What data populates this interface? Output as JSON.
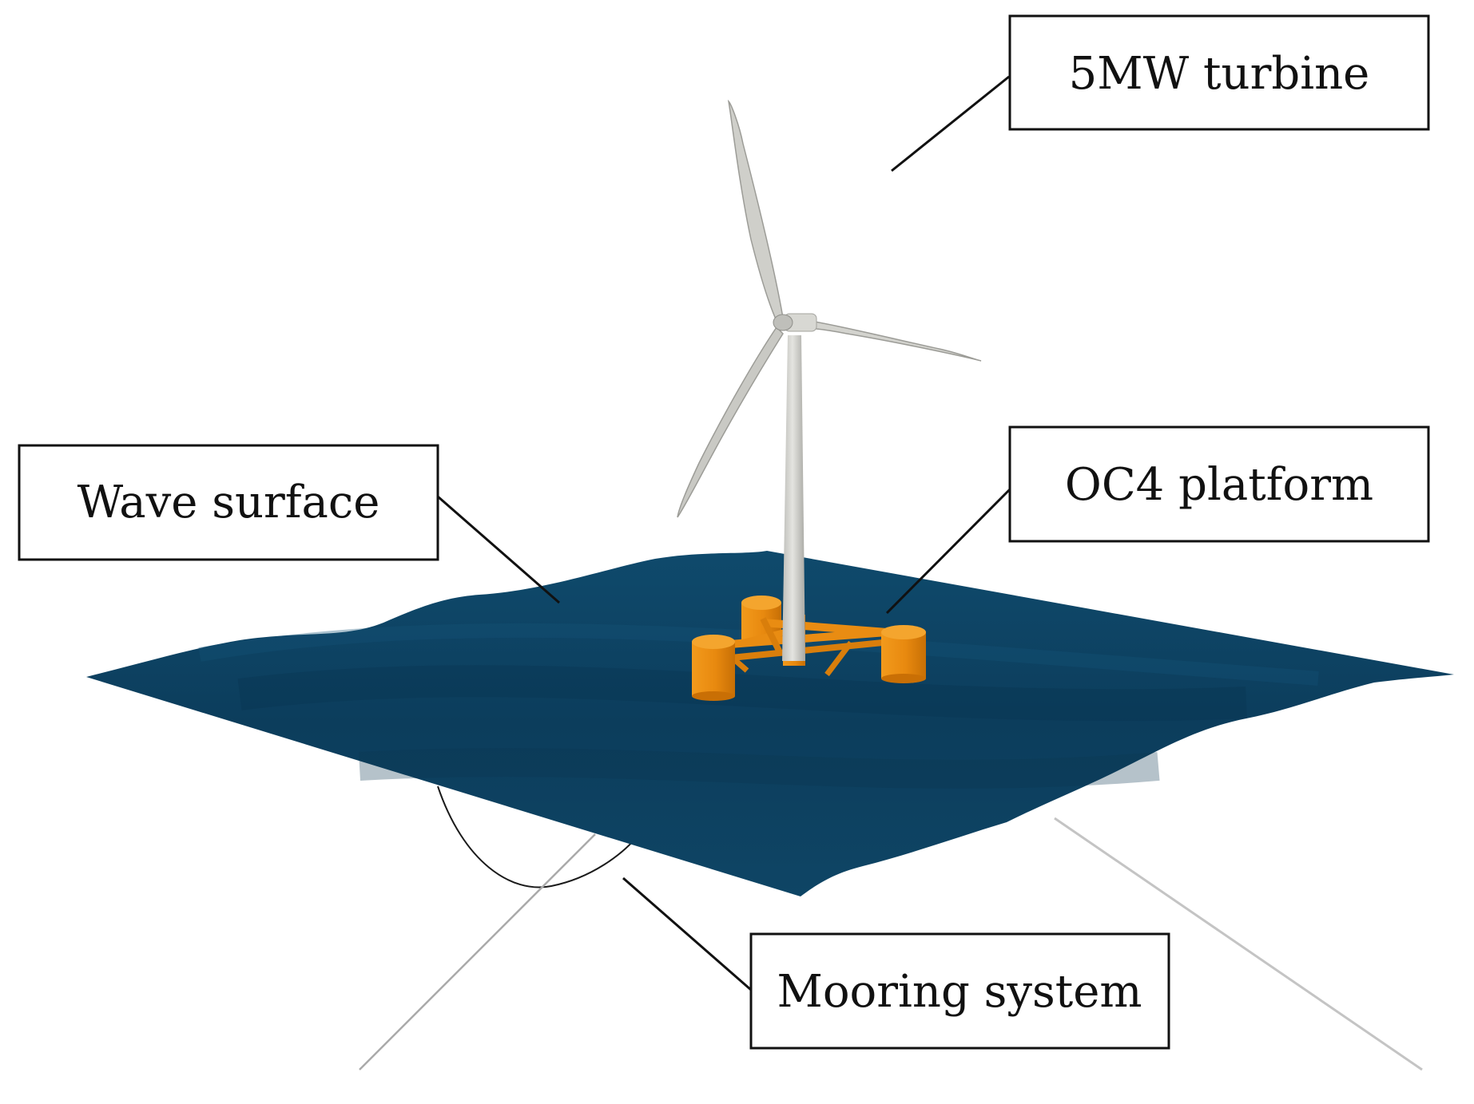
{
  "labels": {
    "turbine": "5MW turbine",
    "wave": "Wave surface",
    "platform": "OC4 platform",
    "mooring": "Mooring system"
  },
  "colors": {
    "sea": "#0f4666",
    "sea_dark": "#0b3855",
    "platform": "#e88a12",
    "platform_dark": "#c46f06",
    "turbine": "#d4d4d0",
    "turbine_shade": "#a9a9a4",
    "mooring": "#b8b8b8",
    "leader": "#111111"
  },
  "icons": {
    "turbine": "wind-turbine-icon",
    "platform": "semi-submersible-platform-icon",
    "wave": "wave-surface-icon",
    "mooring": "mooring-line-icon"
  }
}
